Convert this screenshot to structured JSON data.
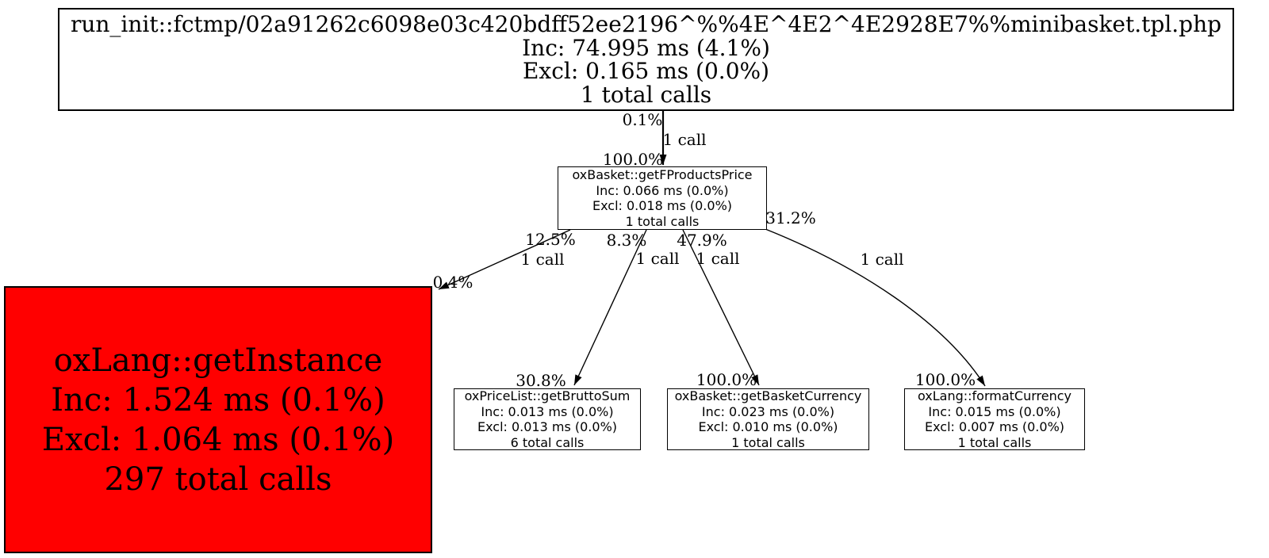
{
  "diagram_title": "profiler call graph",
  "colors": {
    "node_fill": "#ffffff",
    "hot_node_fill": "#ff0000",
    "border": "#000000",
    "edge": "#000000",
    "text": "#000000"
  },
  "nodes": {
    "root": {
      "title": "run_init::fctmp/02a91262c6098e03c420bdff52ee2196^%%4E^4E2^4E2928E7%%minibasket.tpl.php",
      "inc": "Inc: 74.995 ms (4.1%)",
      "excl": "Excl: 0.165 ms (0.0%)",
      "calls": "1 total calls"
    },
    "getFProductsPrice": {
      "title": "oxBasket::getFProductsPrice",
      "inc": "Inc: 0.066 ms (0.0%)",
      "excl": "Excl: 0.018 ms (0.0%)",
      "calls": "1 total calls"
    },
    "getInstance": {
      "title": "oxLang::getInstance",
      "inc": "Inc: 1.524 ms (0.1%)",
      "excl": "Excl: 1.064 ms (0.1%)",
      "calls": "297 total calls"
    },
    "getBruttoSum": {
      "title": "oxPriceList::getBruttoSum",
      "inc": "Inc: 0.013 ms (0.0%)",
      "excl": "Excl: 0.013 ms (0.0%)",
      "calls": "6 total calls"
    },
    "getBasketCurrency": {
      "title": "oxBasket::getBasketCurrency",
      "inc": "Inc: 0.023 ms (0.0%)",
      "excl": "Excl: 0.010 ms (0.0%)",
      "calls": "1 total calls"
    },
    "formatCurrency": {
      "title": "oxLang::formatCurrency",
      "inc": "Inc: 0.015 ms (0.0%)",
      "excl": "Excl: 0.007 ms (0.0%)",
      "calls": "1 total calls"
    }
  },
  "edges": {
    "root_to_getFProductsPrice": {
      "tail": "0.1%",
      "calls": "1 call",
      "head": "100.0%"
    },
    "getFProductsPrice_to_getInstance": {
      "tail": "12.5%",
      "calls": "1 call",
      "head": "0.4%"
    },
    "getFProductsPrice_to_getBruttoSum": {
      "tail": "8.3%",
      "calls": "1 call",
      "head": "30.8%"
    },
    "getFProductsPrice_to_getBasketCurrency": {
      "tail": "47.9%",
      "calls": "1 call",
      "head": "100.0%"
    },
    "getFProductsPrice_to_formatCurrency": {
      "tail": "31.2%",
      "calls": "1 call",
      "head": "100.0%"
    }
  }
}
